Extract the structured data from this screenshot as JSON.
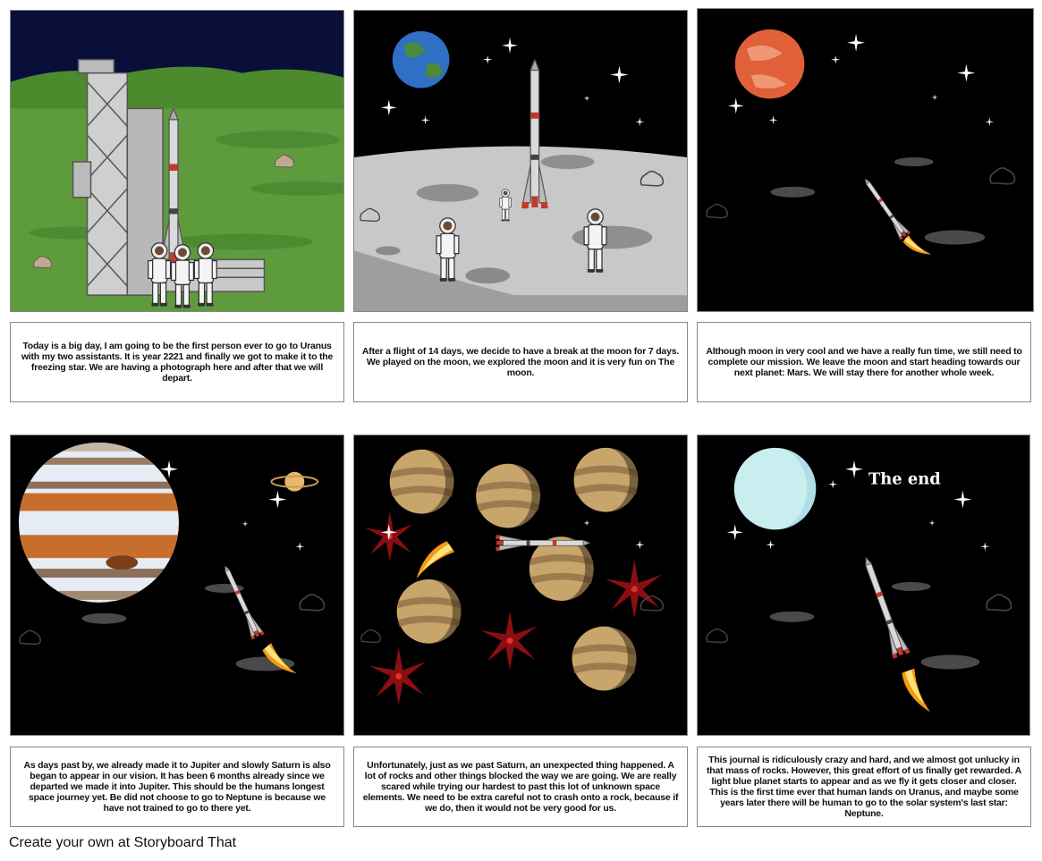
{
  "panels": [
    {
      "id": 1,
      "caption": "Today is a big day, I am going to be the first person ever to go to Uranus with my two assistants. It is year 2221 and finally we got to make it to the freezing star. We are having a photograph here and after that we will depart."
    },
    {
      "id": 2,
      "caption": "After a flight of 14 days, we decide to have a break at the moon for 7 days. We played on the moon, we explored the moon and it is very fun on The moon."
    },
    {
      "id": 3,
      "caption": "Although moon in very cool and we have a really fun time, we still need to complete our mission. We leave the moon and start heading towards our next planet: Mars. We will stay there for another whole week."
    },
    {
      "id": 4,
      "caption": "As days past by, we already made it to Jupiter and slowly Saturn is also began to appear in our vision. It has been 6 months already since we departed we made it into Jupiter. This should be the humans longest space journey yet. Be did not choose to go to Neptune is because we have not trained to go to there yet."
    },
    {
      "id": 5,
      "caption": "Unfortunately, just as we past Saturn, an unexpected thing happened. A lot of rocks and other things blocked the way we are going. We are really scared while trying our hardest to past this lot of unknown space elements. We need to be extra careful not to crash onto a rock, because if we do, then it would not be very good for us."
    },
    {
      "id": 6,
      "caption": "This journal is ridiculously crazy and hard, and we almost got unlucky in that mass of rocks. However, this great effort of us finally get rewarded. A light blue planet starts to appear and as we fly it gets closer and closer. This is the first time ever that human lands on Uranus, and maybe some years later there will be human to go to the solar system's last star: Neptune.",
      "scene_text": "The end"
    }
  ],
  "footer": "Create your own at Storyboard That",
  "colors": {
    "space": "#000000",
    "grass": "#5e9b3c",
    "moon": "#c8c8c8",
    "mars": "#e0603a",
    "uranus": "#c9eef0"
  }
}
